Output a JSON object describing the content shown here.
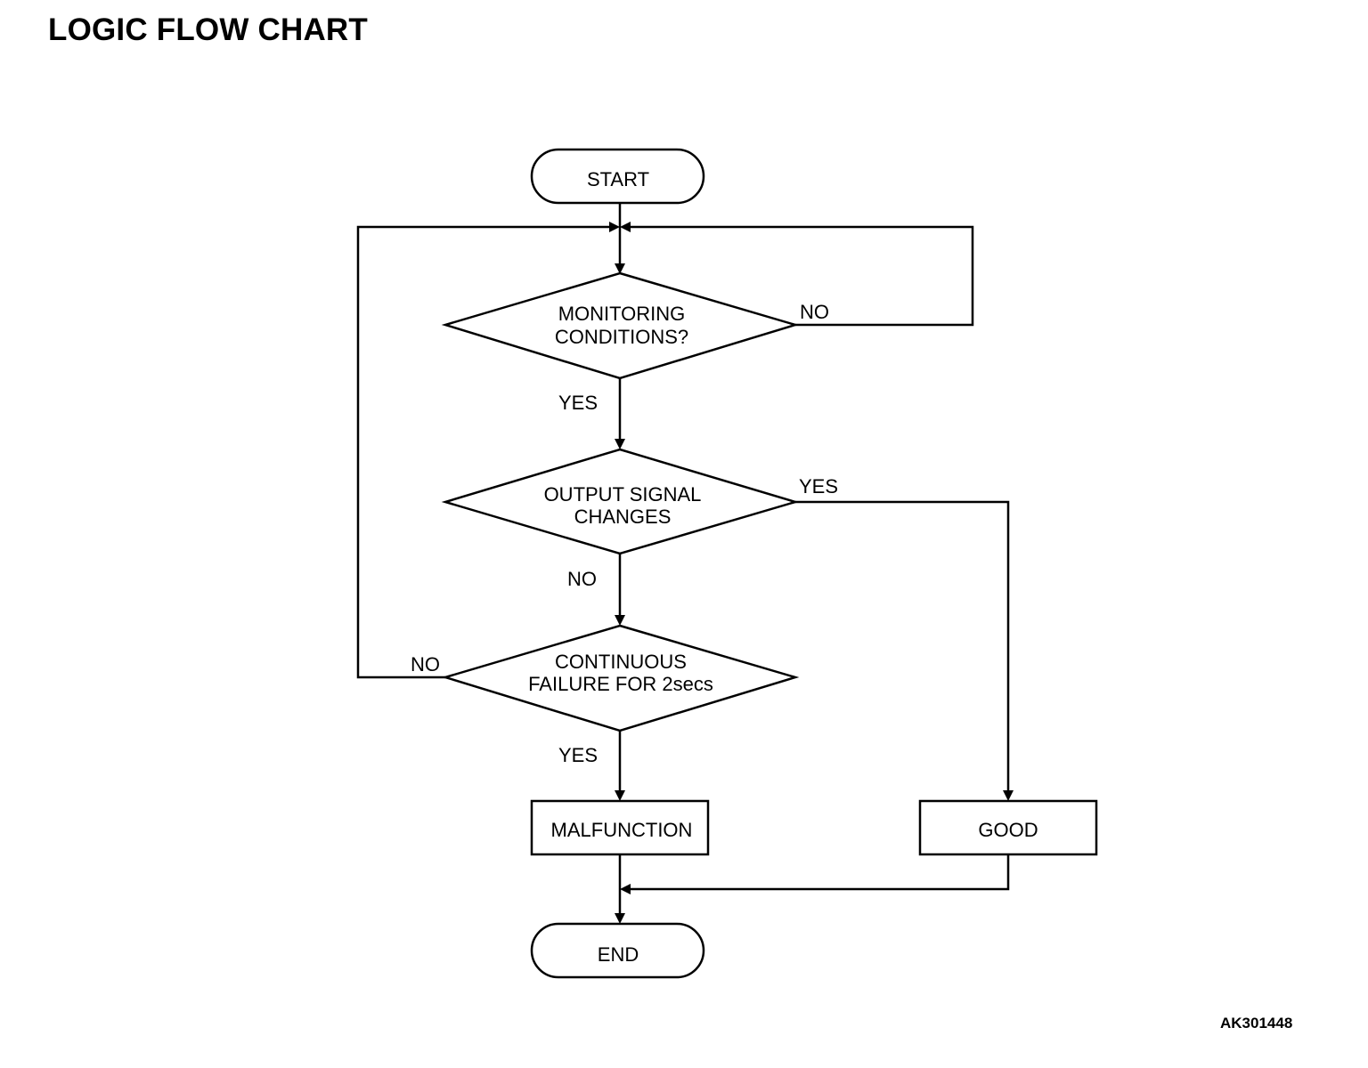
{
  "title": "LOGIC FLOW CHART",
  "figure_id": "AK301448",
  "nodes": {
    "start": "START",
    "monitoring": [
      "MONITORING",
      "CONDITIONS?"
    ],
    "output_signal": [
      "OUTPUT SIGNAL",
      "CHANGES"
    ],
    "continuous_failure": [
      "CONTINUOUS",
      "FAILURE FOR 2secs"
    ],
    "malfunction": "MALFUNCTION",
    "good": "GOOD",
    "end": "END"
  },
  "edge_labels": {
    "monitoring_yes": "YES",
    "monitoring_no": "NO",
    "output_signal_yes": "YES",
    "output_signal_no": "NO",
    "continuous_failure_yes": "YES",
    "continuous_failure_no": "NO"
  },
  "colors": {
    "stroke": "#000000",
    "background": "#ffffff"
  }
}
